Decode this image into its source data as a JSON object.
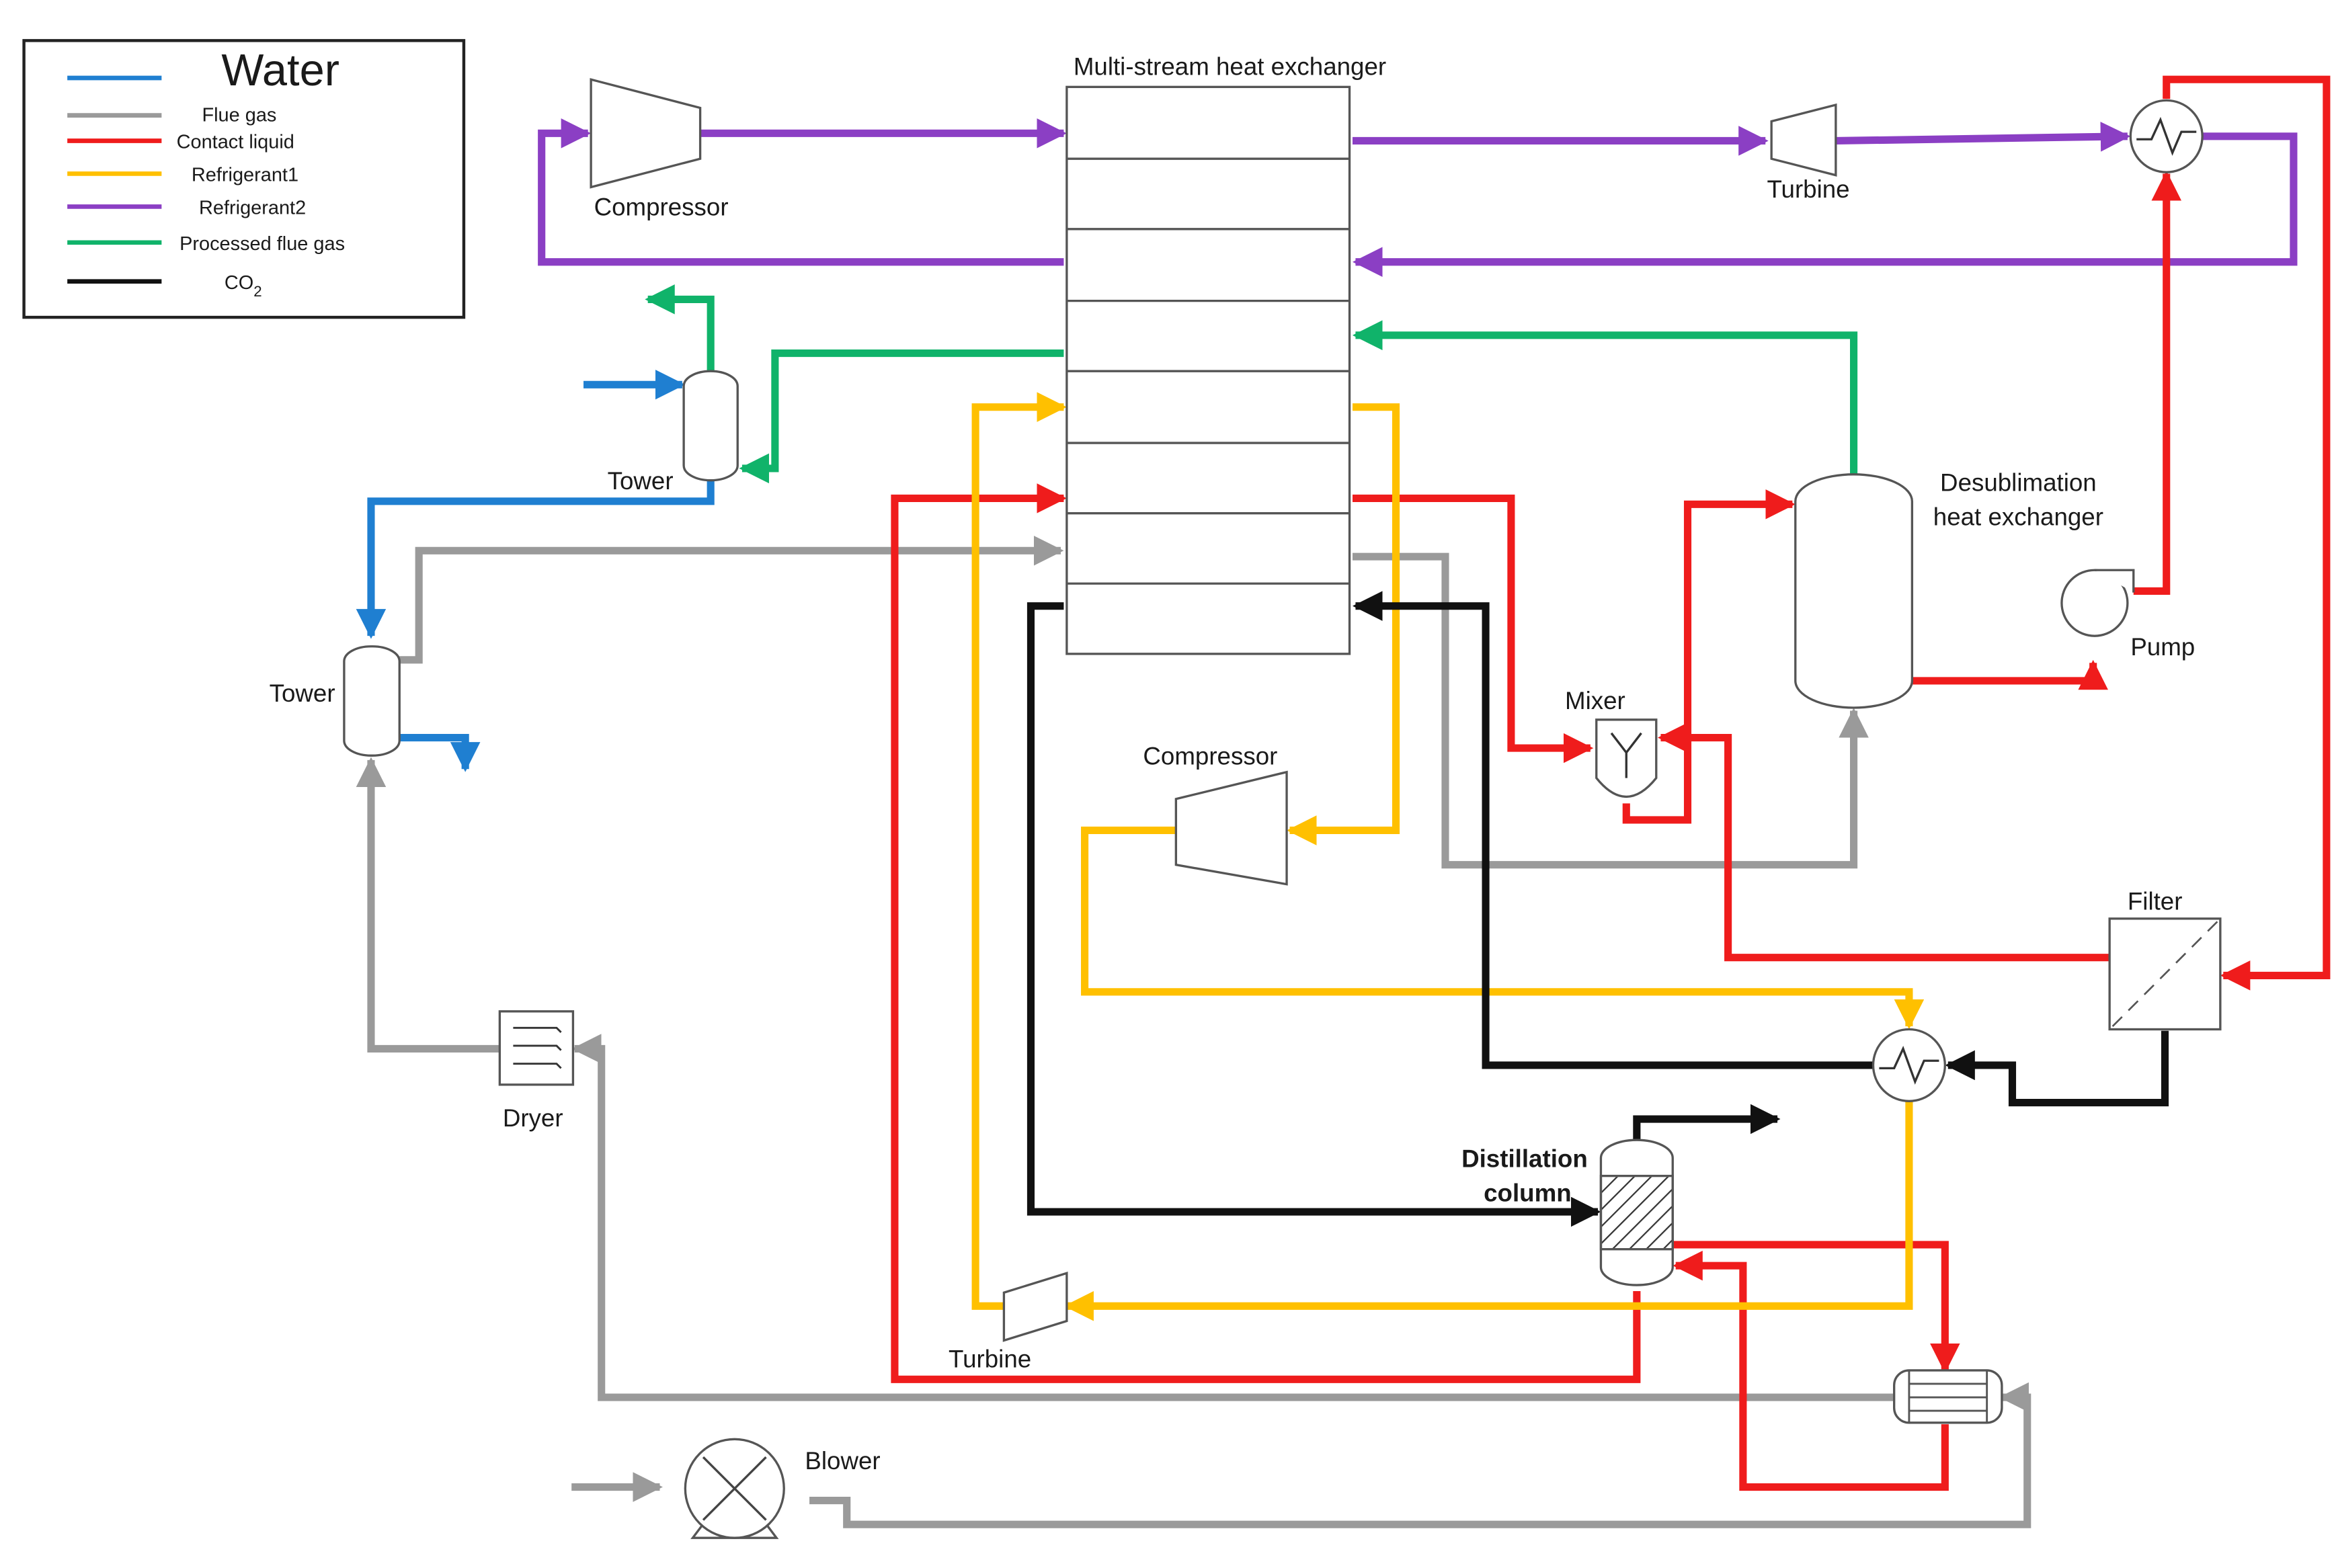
{
  "colors": {
    "water": "#1f7fd1",
    "flue_gas": "#9a9a9a",
    "contact_liquid": "#ef1c1c",
    "refrigerant1": "#ffc000",
    "refrigerant2": "#8b3fc4",
    "processed_flue_gas": "#10b36a",
    "co2": "#111111"
  },
  "legend": {
    "items": [
      {
        "label": "Water",
        "color": "#1f7fd1"
      },
      {
        "label": "Flue gas",
        "color": "#9a9a9a"
      },
      {
        "label": "Contact liquid",
        "color": "#ef1c1c"
      },
      {
        "label": "Refrigerant1",
        "color": "#ffc000"
      },
      {
        "label": "Refrigerant2",
        "color": "#8b3fc4"
      },
      {
        "label": "Processed flue gas",
        "color": "#10b36a"
      },
      {
        "label": "CO",
        "sub": "2",
        "color": "#111111"
      }
    ]
  },
  "labels": {
    "mshx": "Multi-stream heat exchanger",
    "compressor_top": "Compressor",
    "turbine_top": "Turbine",
    "tower_upper": "Tower",
    "tower_lower": "Tower",
    "desub_line1": "Desublimation",
    "desub_line2": "heat exchanger",
    "pump": "Pump",
    "mixer": "Mixer",
    "compressor_mid": "Compressor",
    "filter": "Filter",
    "dryer": "Dryer",
    "distillation_line1": "Distillation",
    "distillation_line2": "column",
    "turbine_bottom": "Turbine",
    "blower": "Blower"
  }
}
